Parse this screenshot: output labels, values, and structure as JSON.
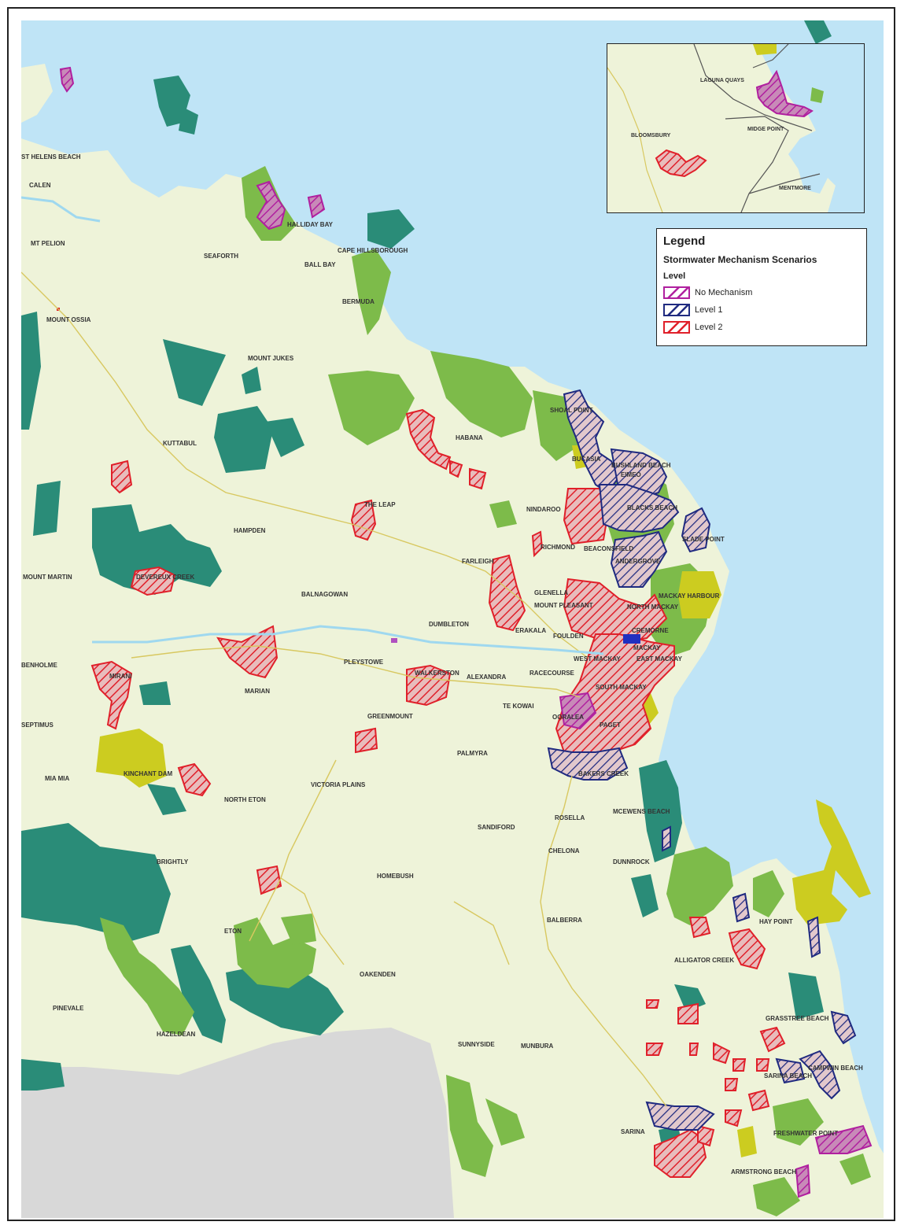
{
  "legend": {
    "title": "Legend",
    "subtitle": "Stormwater Mechanism Scenarios",
    "level_heading": "Level",
    "items": [
      {
        "label": "No Mechanism",
        "color": "#b0209f"
      },
      {
        "label": "Level 1",
        "color": "#1f2a80"
      },
      {
        "label": "Level 2",
        "color": "#e0202a"
      }
    ]
  },
  "colors": {
    "sea": "#bfe4f6",
    "land": "#eef3d9",
    "dark_green": "#2a8c78",
    "light_green": "#7dbb4a",
    "yellow": "#cccc20",
    "grey": "#d8d8d8",
    "urban_fill": "#e8c8c8"
  },
  "inset": {
    "labels": [
      "LAGUNA QUAYS",
      "MIDGE POINT",
      "BLOOMSBURY",
      "MENTMORE"
    ]
  },
  "places": [
    "ST HELENS BEACH",
    "CALEN",
    "MT PELION",
    "SEAFORTH",
    "BALL BAY",
    "HALLIDAY BAY",
    "CAPE HILLSBOROUGH",
    "BERMUDA",
    "MOUNT OSSIA",
    "MOUNT JUKES",
    "KUTTABUL",
    "HABANA",
    "SHOAL POINT",
    "BUCASIA",
    "EIMEO",
    "BUSHLAND BEACH",
    "BLACKS BEACH",
    "NINDAROO",
    "RICHMOND",
    "THE LEAP",
    "HAMPDEN",
    "SLADE POINT",
    "BEACONSFIELD",
    "ANDERGROVE",
    "FARLEIGH",
    "MOUNT MARTIN",
    "DEVEREUX CREEK",
    "BALNAGOWAN",
    "GLENELLA",
    "MOUNT PLEASANT",
    "NORTH MACKAY",
    "MACKAY HARBOUR",
    "DUMBLETON",
    "ERAKALA",
    "FOULDEN",
    "CREMORNE",
    "MACKAY",
    "BENHOLME",
    "MIRANI",
    "PLEYSTOWE",
    "WALKERSTON",
    "ALEXANDRA",
    "WEST MACKAY",
    "EAST MACKAY",
    "RACECOURSE",
    "MARIAN",
    "TE KOWAI",
    "SOUTH MACKAY",
    "GREENMOUNT",
    "OORALEA",
    "PAGET",
    "SEPTIMUS",
    "PALMYRA",
    "BAKERS CREEK",
    "MIA MIA",
    "KINCHANT DAM",
    "VICTORIA PLAINS",
    "NORTH ETON",
    "MCEWENS BEACH",
    "SANDIFORD",
    "ROSELLA",
    "CHELONA",
    "DUNNROCK",
    "BRIGHTLY",
    "HOMEBUSH",
    "HAY POINT",
    "BALBERRA",
    "ETON",
    "ALLIGATOR CREEK",
    "OAKENDEN",
    "PINEVALE",
    "HAZELDEAN",
    "GRASSTREE BEACH",
    "SUNNYSIDE",
    "MUNBURA",
    "CAMPWIN BEACH",
    "SARINA BEACH",
    "SARINA",
    "FRESHWATER POINT",
    "ARMSTRONG BEACH"
  ]
}
